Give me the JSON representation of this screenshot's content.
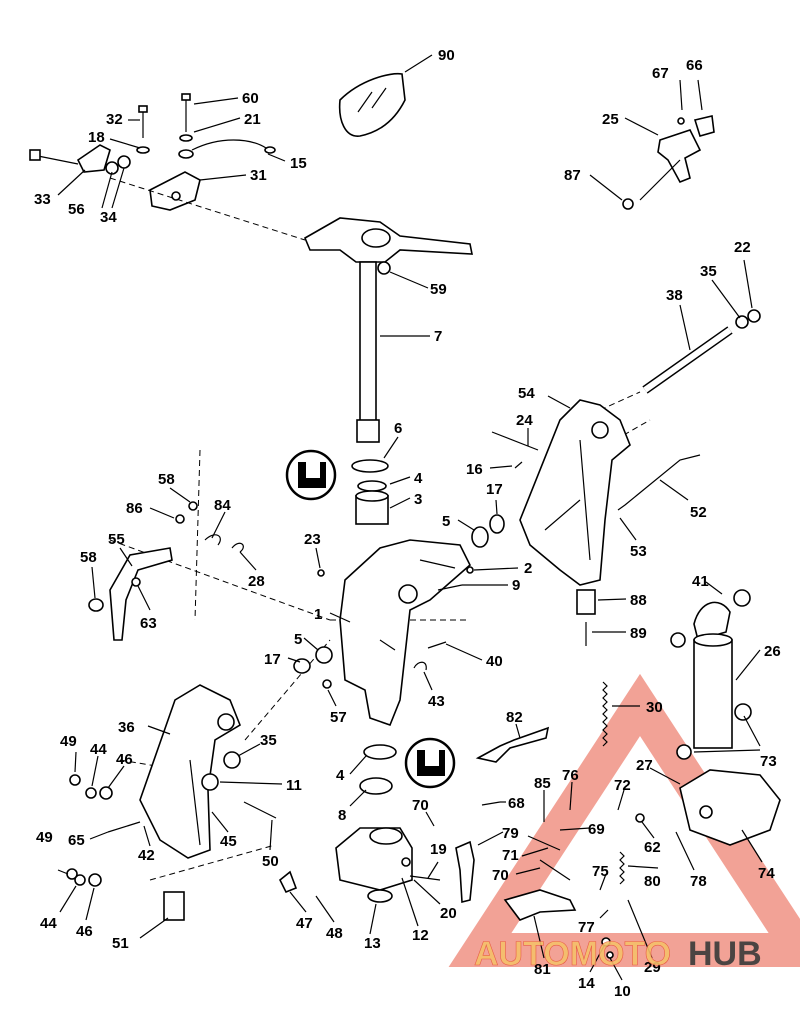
{
  "figure": {
    "title": "Outboard swivel bracket / stern bracket exploded parts diagram"
  },
  "watermark": {
    "brand_left": "AUTOMOTO",
    "brand_right": "HUB",
    "color_primary": "#e8553f",
    "color_accent": "#f5c06a",
    "color_dark": "#3a3a3a"
  },
  "labels": {
    "l90": "90",
    "l67": "67",
    "l66": "66",
    "l25": "25",
    "l87": "87",
    "l60": "60",
    "l21": "21",
    "l32": "32",
    "l18": "18",
    "l15": "15",
    "l31": "31",
    "l33": "33",
    "l56": "56",
    "l34": "34",
    "l59": "59",
    "l7": "7",
    "l22": "22",
    "l35a": "35",
    "l38": "38",
    "l54": "54",
    "l24": "24",
    "l16": "16",
    "l6": "6",
    "l4a": "4",
    "l3": "3",
    "l17a": "17",
    "l5a": "5",
    "l58a": "58",
    "l86": "86",
    "l84": "84",
    "l55": "55",
    "l28": "28",
    "l58b": "58",
    "l63": "63",
    "l23": "23",
    "l2": "2",
    "l9": "9",
    "l1": "1",
    "l52": "52",
    "l53": "53",
    "l41": "41",
    "l88": "88",
    "l89": "89",
    "l26": "26",
    "l5b": "5",
    "l17b": "17",
    "l40": "40",
    "l57": "57",
    "l43": "43",
    "l30": "30",
    "l82": "82",
    "l36": "36",
    "l49a": "49",
    "l44a": "44",
    "l46a": "46",
    "l35b": "35",
    "l11": "11",
    "l4b": "4",
    "l27": "27",
    "l73": "73",
    "l72": "72",
    "l76": "76",
    "l85": "85",
    "l68": "68",
    "l8": "8",
    "l70a": "70",
    "l69": "69",
    "l62": "62",
    "l79": "79",
    "l65": "65",
    "l42": "42",
    "l45": "45",
    "l50": "50",
    "l19": "19",
    "l71": "71",
    "l70b": "70",
    "l80": "80",
    "l78": "78",
    "l74": "74",
    "l49b": "49",
    "l44b": "44",
    "l46b": "46",
    "l47": "47",
    "l48": "48",
    "l20": "20",
    "l12": "12",
    "l13": "13",
    "l75": "75",
    "l77": "77",
    "l51": "51",
    "l81": "81",
    "l29": "29",
    "l14": "14",
    "l10": "10"
  }
}
